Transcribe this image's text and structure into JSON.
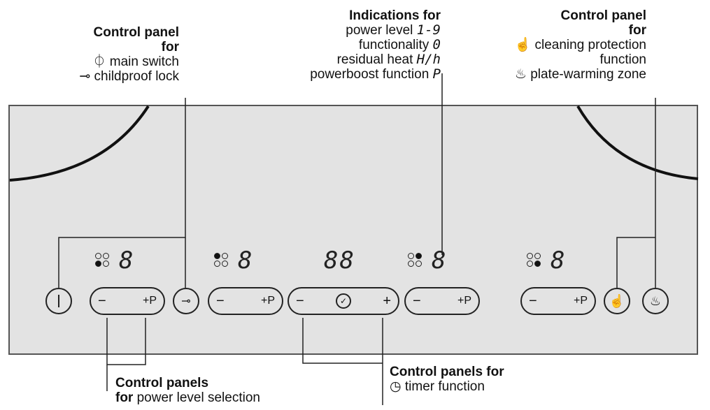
{
  "labels": {
    "main_panel": {
      "title1": "Control panel",
      "title2": "for",
      "line1": "main switch",
      "line2": "childproof lock"
    },
    "indications": {
      "title": "Indications for",
      "line1": "power level",
      "line1_sym": "1-9",
      "line2": "functionality",
      "line2_sym": "0",
      "line3": "residual heat",
      "line3_sym": "H/h",
      "line4": "powerboost function",
      "line4_sym": "P"
    },
    "right_panel": {
      "title1": "Control panel",
      "title2": "for",
      "line1": "cleaning protection",
      "line2": "function",
      "line3": "plate-warming zone"
    },
    "power_panels": {
      "title": "Control panels",
      "prefix": "for",
      "rest": "power level selection"
    },
    "timer_panels": {
      "title": "Control panels for",
      "line1": "timer function"
    }
  },
  "controls": {
    "minus": "−",
    "plus_p": "+P",
    "plus": "+",
    "digit": "8",
    "digits_timer": "88"
  },
  "icons": [
    "main-switch-icon",
    "key-lock-icon",
    "timer-clock-icon",
    "cleaning-hand-icon",
    "plate-warming-icon"
  ],
  "colors": {
    "panel": "#e3e3e3",
    "line": "#222222"
  }
}
